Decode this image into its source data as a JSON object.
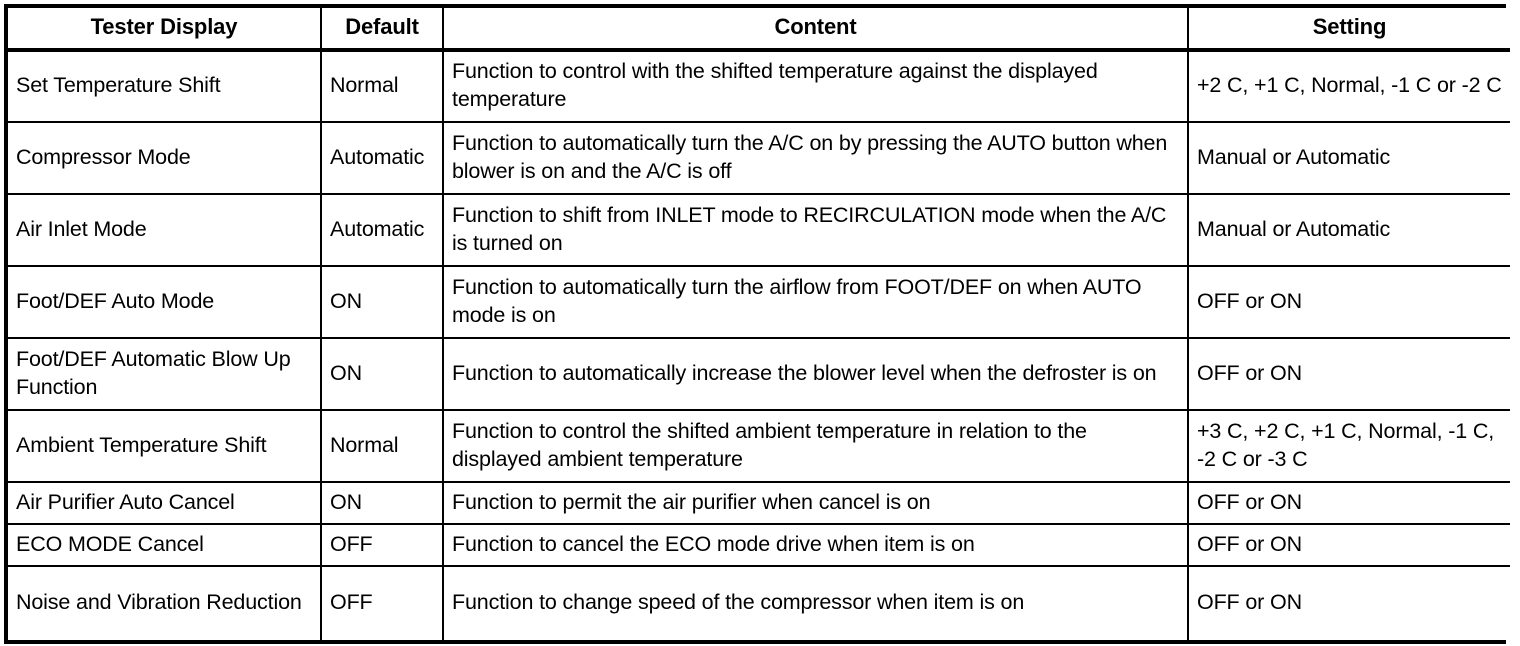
{
  "table": {
    "columns": [
      {
        "key": "display",
        "label": "Tester Display"
      },
      {
        "key": "default",
        "label": "Default"
      },
      {
        "key": "content",
        "label": "Content"
      },
      {
        "key": "setting",
        "label": "Setting"
      }
    ],
    "rows": [
      {
        "display": "Set Temperature Shift",
        "default": "Normal",
        "content": "Function to control with the shifted temperature against the displayed temperature",
        "setting": "+2 C, +1 C, Normal, -1 C or -2 C"
      },
      {
        "display": "Compressor Mode",
        "default": "Automatic",
        "content": "Function to automatically turn the A/C on by pressing the AUTO button when blower is on and the A/C is off",
        "setting": "Manual or Automatic"
      },
      {
        "display": "Air Inlet Mode",
        "default": "Automatic",
        "content": "Function to shift from INLET mode to RECIRCULATION mode when the A/C is turned on",
        "setting": "Manual or Automatic"
      },
      {
        "display": "Foot/DEF Auto Mode",
        "default": "ON",
        "content": "Function to automatically turn the airflow from FOOT/DEF on when AUTO mode is on",
        "setting": "OFF or ON"
      },
      {
        "display": "Foot/DEF Automatic Blow Up Function",
        "default": "ON",
        "content": "Function to automatically increase the blower level when the defroster is on",
        "setting": "OFF or ON"
      },
      {
        "display": "Ambient Temperature Shift",
        "default": "Normal",
        "content": "Function to control the shifted ambient temperature in relation to the displayed ambient temperature",
        "setting": "+3 C, +2 C, +1 C, Normal, -1 C, -2 C or -3 C"
      },
      {
        "display": "Air Purifier Auto Cancel",
        "default": "ON",
        "content": "Function to permit the air purifier when cancel is on",
        "setting": "OFF or ON"
      },
      {
        "display": "ECO MODE Cancel",
        "default": "OFF",
        "content": "Function to cancel the ECO mode drive when item is on",
        "setting": "OFF or ON"
      },
      {
        "display": "Noise and Vibration Reduction",
        "default": "OFF",
        "content": "Function to change speed of the compressor when item is on",
        "setting": "OFF or ON"
      }
    ]
  },
  "style": {
    "border_color": "#000000",
    "background": "#ffffff",
    "text_color": "#000000"
  }
}
